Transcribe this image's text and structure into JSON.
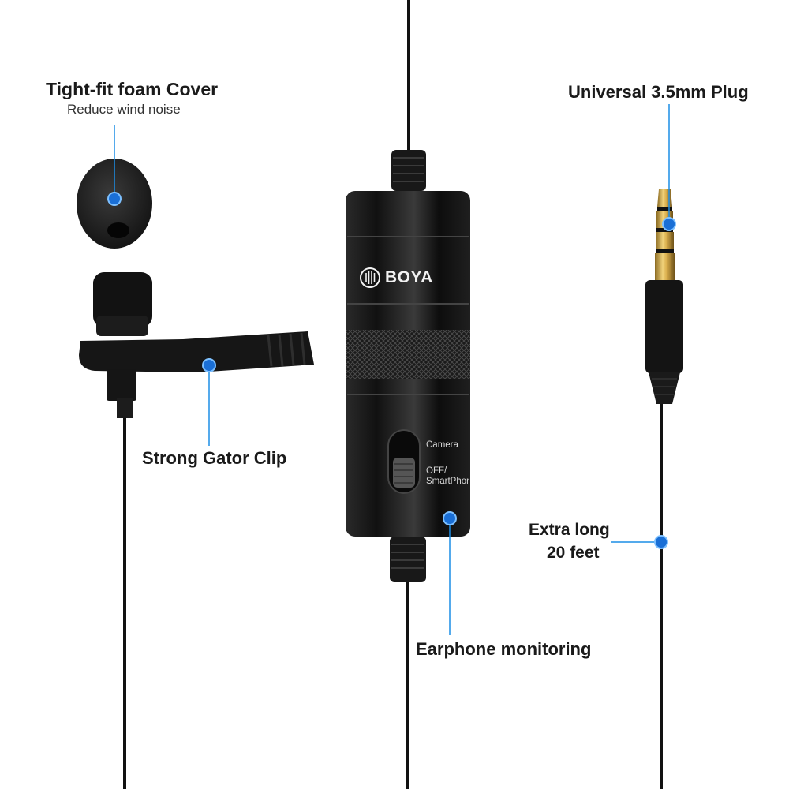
{
  "callouts": {
    "foam_cover": {
      "title": "Tight-fit foam Cover",
      "subtitle": "Reduce wind noise"
    },
    "plug": {
      "title": "Universal 3.5mm Plug"
    },
    "clip": {
      "title": "Strong Gator Clip"
    },
    "cable": {
      "line1": "Extra long",
      "line2": "20 feet"
    },
    "monitoring": {
      "title": "Earphone monitoring"
    }
  },
  "device": {
    "brand": "BOYA",
    "switch_label_top": "Camera",
    "switch_label_bottom_1": "OFF/",
    "switch_label_bottom_2": "SmartPhone"
  },
  "colors": {
    "callout_blue": "#1c8ee6",
    "callout_dot": "#1a6fd6",
    "body_black": "#141414",
    "background": "#ffffff"
  },
  "icons": {
    "brand_logo": "boya-logo-icon",
    "callout_marker": "callout-dot-icon"
  }
}
